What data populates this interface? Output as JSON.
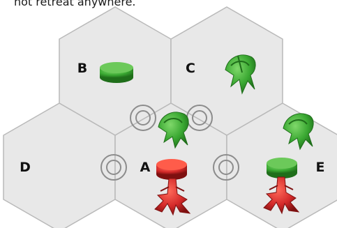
{
  "caption": "not retreat anywhere.",
  "hexes": [
    {
      "id": "B",
      "label": "B",
      "pieces": [
        "green-disc"
      ]
    },
    {
      "id": "C",
      "label": "C",
      "pieces": [
        "green-creature"
      ]
    },
    {
      "id": "D",
      "label": "D",
      "pieces": []
    },
    {
      "id": "A",
      "label": "A",
      "pieces": [
        "green-creature",
        "red-disc",
        "red-creature"
      ]
    },
    {
      "id": "E",
      "label": "E",
      "pieces": [
        "green-creature",
        "green-disc",
        "red-creature"
      ]
    }
  ],
  "colors": {
    "hex_fill": "#e8e8e8",
    "hex_stroke": "#b9b9b9",
    "green": "#3aa832",
    "red": "#d42a2a",
    "ring": "#8c8c8c"
  }
}
